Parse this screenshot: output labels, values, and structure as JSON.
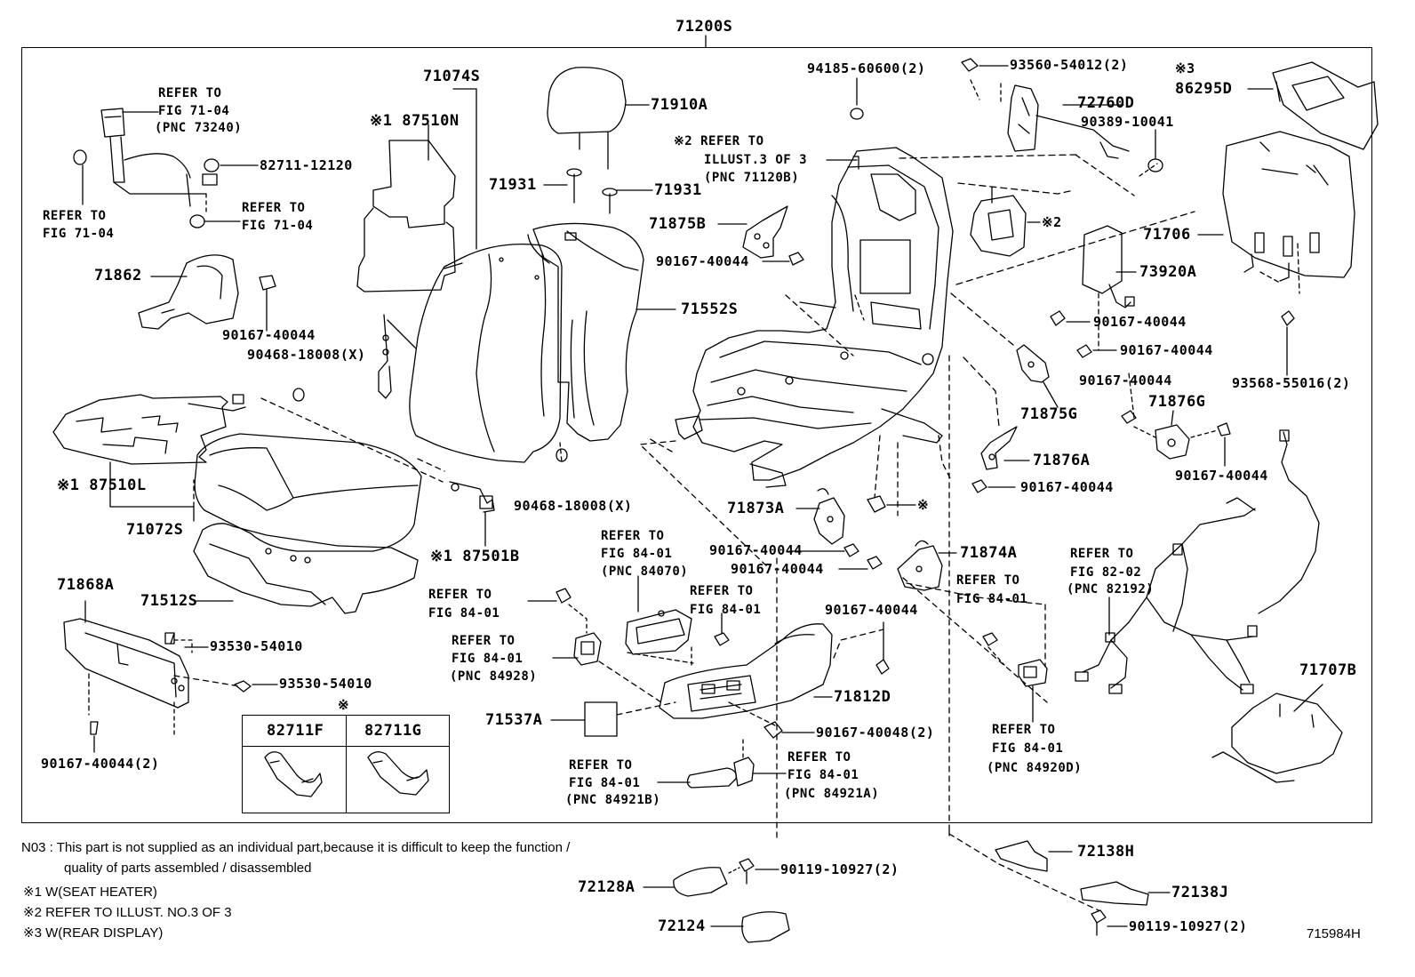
{
  "title": "71200S",
  "figure_id": "715984H",
  "labels": {
    "l71074s": "71074S",
    "l87510n": "※1 87510N",
    "l71910a": "71910A",
    "l71931a": "71931",
    "l71931b": "71931",
    "l71552s": "71552S",
    "l90468a": "90468-18008(X)",
    "l90468b": "90468-18008(X)",
    "l87510l": "※1 87510L",
    "l71072s": "71072S",
    "l87501b": "※1 87501B",
    "l71512s": "71512S",
    "l71868a": "71868A",
    "l93530a": "93530-54010",
    "l93530b": "93530-54010",
    "l90167_2a": "90167-40044(2)",
    "l71862": "71862",
    "l90167a": "90167-40044",
    "l82711": "82711-12120",
    "l94185": "94185-60600(2)",
    "l93560": "93560-54012(2)",
    "l72760d": "72760D",
    "l90389": "90389-10041",
    "l86295d": "86295D",
    "l71706": "71706",
    "l73920a": "73920A",
    "l90167b": "90167-40044",
    "l90167c": "90167-40044",
    "l90167d": "90167-40044",
    "l71876g": "71876G",
    "l90167e": "90167-40044",
    "l93568": "93568-55016(2)",
    "l71875g": "71875G",
    "l71876a": "71876A",
    "l90167f": "90167-40044",
    "l71875b": "71875B",
    "l90167g": "90167-40044",
    "l71873a": "71873A",
    "l90167h": "90167-40044",
    "l90167i": "90167-40044",
    "l71874a": "71874A",
    "l90167j": "90167-40044",
    "l71812d": "71812D",
    "l90167_48": "90167-40048(2)",
    "l71537a": "71537A",
    "l71707b": "71707B",
    "l72138h": "72138H",
    "l72138j": "72138J",
    "l72128a": "72128A",
    "l72124": "72124",
    "l90119a": "90119-10927(2)",
    "l90119b": "90119-10927(2)",
    "sym_x2": "※2",
    "sym_x3": "※3",
    "sym_x": "※",
    "sym_x_callout": "※"
  },
  "refs": {
    "r_seatbelt_1": "REFER TO",
    "r_seatbelt_2": "FIG 71-04",
    "r_seatbelt_3": "(PNC 73240)",
    "r_left_1": "REFER TO",
    "r_left_2": "FIG 71-04",
    "r_mid_1": "REFER TO",
    "r_mid_2": "FIG 71-04",
    "r_illust_1": "※2 REFER TO",
    "r_illust_2": "ILLUST.3 OF 3",
    "r_illust_3": "(PNC 71120B)",
    "r_84070_1": "REFER TO",
    "r_84070_2": "FIG 84-01",
    "r_84070_3": "(PNC 84070)",
    "r_8401a_1": "REFER TO",
    "r_8401a_2": "FIG 84-01",
    "r_8401b_1": "REFER TO",
    "r_8401b_2": "FIG 84-01",
    "r_84928_1": "REFER TO",
    "r_84928_2": "FIG 84-01",
    "r_84928_3": "(PNC 84928)",
    "r_8401c_1": "REFER TO",
    "r_8401c_2": "FIG 84-01",
    "r_82192_1": "REFER TO",
    "r_82192_2": "FIG 82-02",
    "r_82192_3": "(PNC 82192)",
    "r_84920d_1": "REFER TO",
    "r_84920d_2": "FIG 84-01",
    "r_84920d_3": "(PNC 84920D)",
    "r_84921b_1": "REFER TO",
    "r_84921b_2": "FIG 84-01",
    "r_84921b_3": "(PNC 84921B)",
    "r_84921a_1": "REFER TO",
    "r_84921a_2": "FIG 84-01",
    "r_84921a_3": "(PNC 84921A)"
  },
  "callout_table": {
    "col1": "82711F",
    "col2": "82711G"
  },
  "notes": {
    "n03_a": "N03 : This part is not supplied as an individual part,because it is difficult to keep the function /",
    "n03_b": "quality of parts assembled / disassembled",
    "x1": "※1   W(SEAT HEATER)",
    "x2": "※2   REFER TO ILLUST. NO.3 OF 3",
    "x3": "※3   W(REAR DISPLAY)"
  }
}
